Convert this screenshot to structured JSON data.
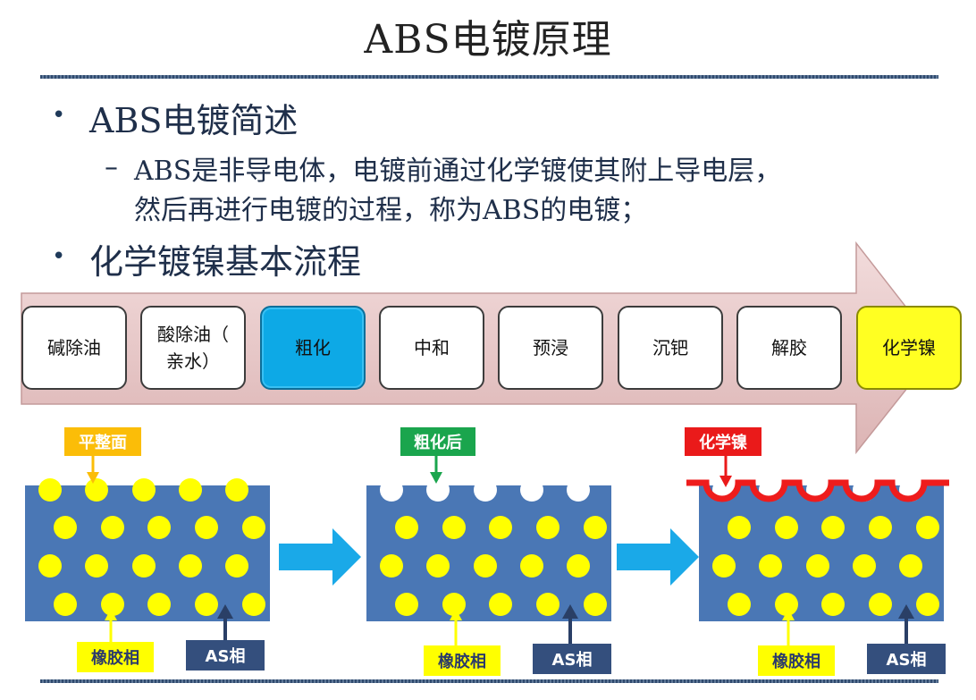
{
  "title": "ABS电镀原理",
  "bullets": [
    {
      "heading": "ABS电镀简述",
      "sub_lines": [
        "ABS是非导电体，电镀前通过化学镀使其附上导电层，",
        "然后再进行电镀的过程，称为ABS的电镀；"
      ]
    },
    {
      "heading": "化学镀镍基本流程"
    }
  ],
  "process_steps": [
    {
      "line1": "碱除油",
      "line2": "",
      "highlight": "none"
    },
    {
      "line1": "酸除油（",
      "line2": "亲水）",
      "highlight": "none"
    },
    {
      "line1": "粗化",
      "line2": "",
      "highlight": "blue"
    },
    {
      "line1": "中和",
      "line2": "",
      "highlight": "none"
    },
    {
      "line1": "预浸",
      "line2": "",
      "highlight": "none"
    },
    {
      "line1": "沉钯",
      "line2": "",
      "highlight": "none"
    },
    {
      "line1": "解胶",
      "line2": "",
      "highlight": "none"
    },
    {
      "line1": "化学镍",
      "line2": "",
      "highlight": "yellow"
    }
  ],
  "diagram": {
    "panels": [
      {
        "top_label": "平整面",
        "rubber_label": "橡胶相",
        "as_label": "AS相"
      },
      {
        "top_label": "粗化后",
        "rubber_label": "橡胶相",
        "as_label": "AS相"
      },
      {
        "top_label": "化学镍",
        "rubber_label": "橡胶相",
        "as_label": "AS相"
      }
    ]
  },
  "colors": {
    "substrate": "#4a77b5",
    "particle": "#ffff00",
    "arrow": "#1aa9e8",
    "nickel": "#ee1c1c",
    "process_arrow": "#e8c8c8"
  }
}
